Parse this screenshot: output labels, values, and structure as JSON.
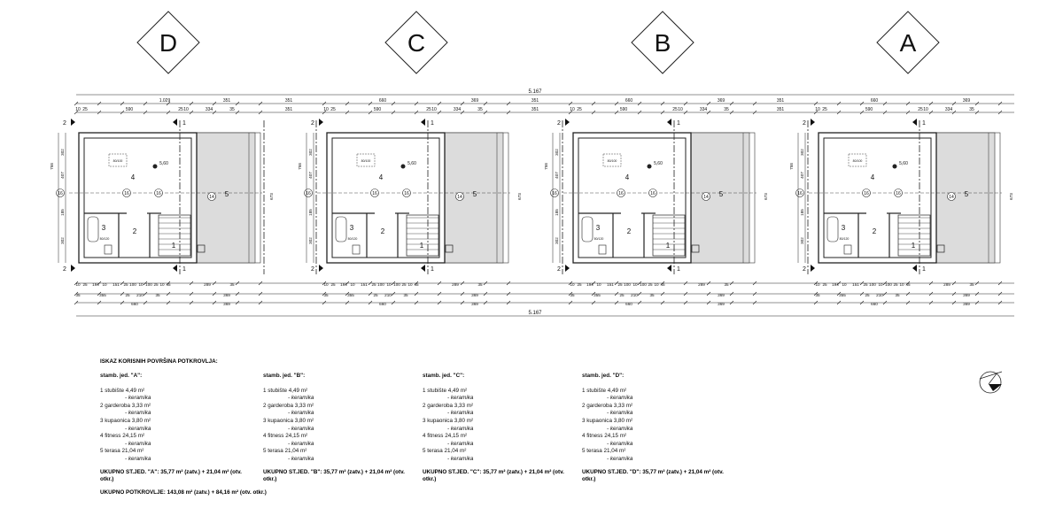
{
  "axes": [
    "D",
    "C",
    "B",
    "A"
  ],
  "overall_dim": "5.167",
  "units": [
    {
      "axis": "D",
      "top_main": "1.029",
      "top_side": "351",
      "stair_mark": "16",
      "right_mark": "14"
    },
    {
      "axis": "C",
      "top_main": "660",
      "top_side": "369",
      "stair_mark": "16",
      "right_mark": "14"
    },
    {
      "axis": "B",
      "top_main": "660",
      "top_side": "369",
      "stair_mark": "16",
      "right_mark": "14"
    },
    {
      "axis": "A",
      "top_main": "660",
      "top_side": "369",
      "stair_mark": "16",
      "right_mark": "14"
    }
  ],
  "gap_dim": "351",
  "top_chain": [
    "10",
    "25",
    "590",
    "25",
    "10",
    "334",
    "35"
  ],
  "bottom_chain_1": [
    "10",
    "25",
    "194",
    "10",
    "151",
    "25",
    "100",
    "10",
    "100",
    "25",
    "10",
    "45",
    "289",
    "35"
  ],
  "bottom_chain_2": [
    "35",
    "355",
    "25",
    "210",
    "35",
    "369"
  ],
  "bottom_chain_3": [
    "660",
    "369"
  ],
  "left_dims": [
    "302",
    "407",
    "185",
    "302",
    "758"
  ],
  "right_dim": "673",
  "plan_labels": {
    "rooms": [
      "4",
      "3",
      "2",
      "5",
      "1"
    ],
    "skylight": "80/100",
    "shower": "80/120",
    "elevation": "5,60",
    "section_1": "1",
    "section_2": "2"
  },
  "schedule": {
    "title": "ISKAZ KORISNIH POVRŠINA POTKROVLJA:",
    "units": [
      {
        "header": "stamb. jed. \"A\":",
        "total": "UKUPNO ST.JED. \"A\": 35,77 m² (zatv.) + 21,04 m² (otv. otkr.)"
      },
      {
        "header": "stamb. jed. \"B\":",
        "total": "UKUPNO ST.JED. \"B\": 35,77 m² (zatv.) + 21,04 m² (otv. otkr.)"
      },
      {
        "header": "stamb. jed. \"C\":",
        "total": "UKUPNO ST.JED. \"C\": 35,77 m² (zatv.) + 21,04 m² (otv. otkr.)"
      },
      {
        "header": "stamb. jed. \"D\":",
        "total": "UKUPNO ST.JED. \"D\": 35,77 m² (zatv.) + 21,04 m² (otv. otkr.)"
      }
    ],
    "rooms": [
      {
        "name": "1  stubište 4,49 m²",
        "finish": "- keramika"
      },
      {
        "name": "2  garderoba 3,33 m²",
        "finish": "- keramika"
      },
      {
        "name": "3 kupaonica 3,80 m²",
        "finish": "- keramika"
      },
      {
        "name": "4  fitness 24,15 m²",
        "finish": "- keramika"
      },
      {
        "name": "5  terasa 21,04 m²",
        "finish": "- keramika"
      }
    ],
    "grand_total": "UKUPNO POTKROVLJE: 143,08 m² (zatv.) + 84,16 m² (otv. otkr.)"
  }
}
